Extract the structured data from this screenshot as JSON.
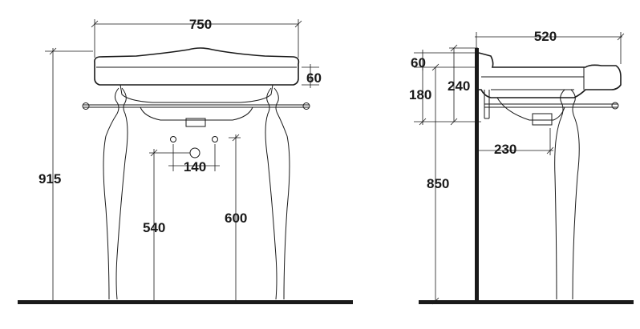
{
  "front_view": {
    "width_label": "750",
    "bowl_depth_label": "60",
    "outlet_spacing_label": "140",
    "overall_height_label": "915",
    "drain_height_label": "540",
    "supply_height_label": "600"
  },
  "side_view": {
    "depth_label": "520",
    "rim_label": "60",
    "bowl_label": "180",
    "top_label": "240",
    "height_label": "850",
    "wall_offset_label": "230"
  }
}
